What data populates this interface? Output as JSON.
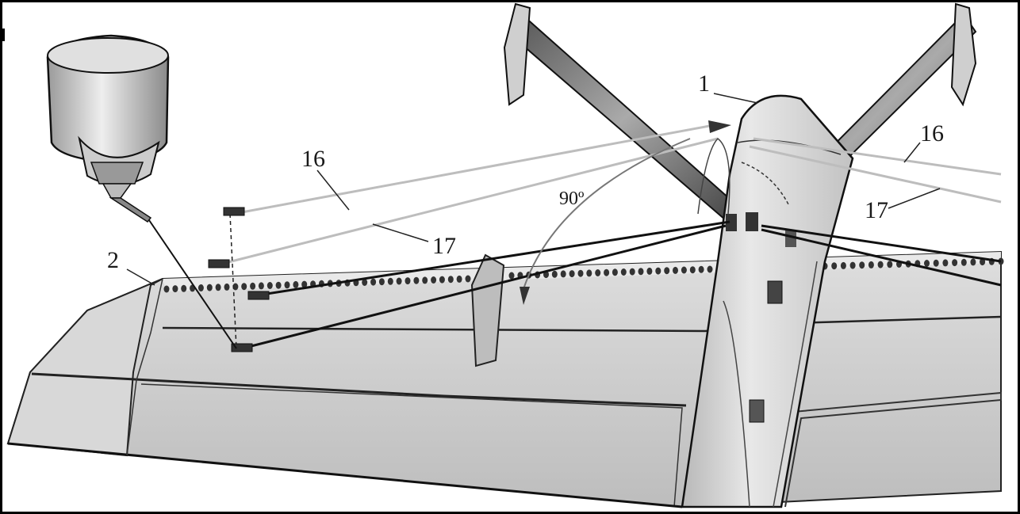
{
  "figure": {
    "callouts": [
      {
        "id": "label-1",
        "text": "1"
      },
      {
        "id": "label-2",
        "text": "2"
      },
      {
        "id": "label-16-left",
        "text": "16"
      },
      {
        "id": "label-16-right",
        "text": "16"
      },
      {
        "id": "label-17-left",
        "text": "17"
      },
      {
        "id": "label-17-right",
        "text": "17"
      }
    ],
    "angle": "90º"
  },
  "colors": {
    "wing_fill": "#c9c9c9",
    "wing_highlight": "#e6e6e6",
    "fuselage_fill": "#d4d4d4",
    "wire_light": "#bdbdbd",
    "wire_dark": "#111111",
    "frame": "#000000"
  }
}
